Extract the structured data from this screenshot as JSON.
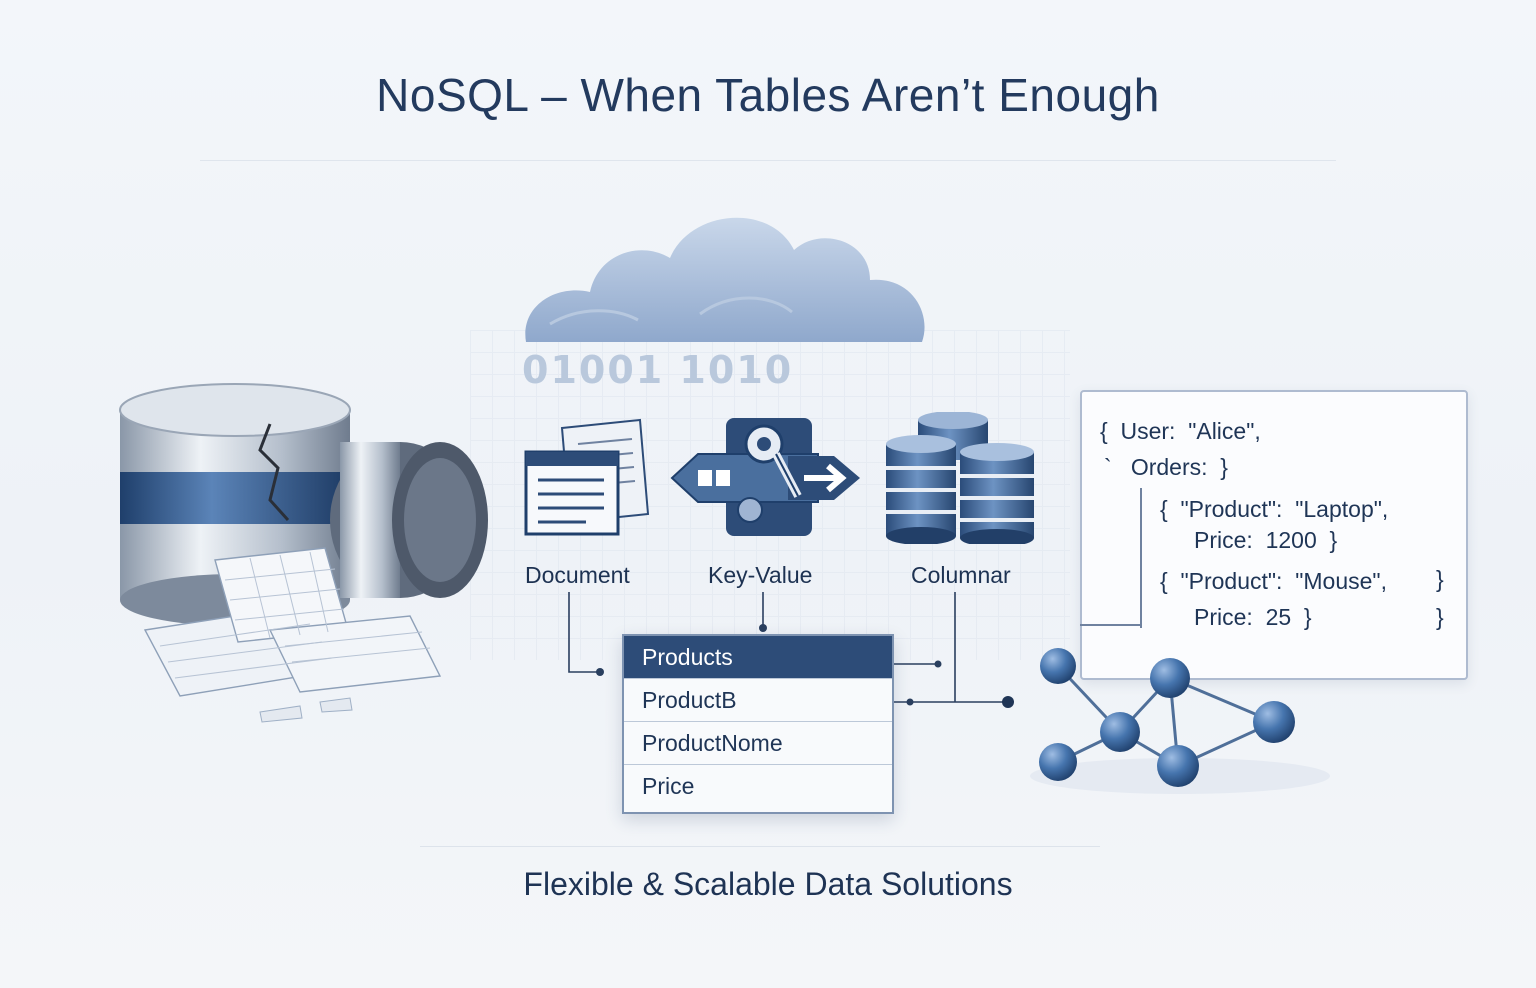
{
  "title": "NoSQL – When Tables Aren’t Enough",
  "subtitle": "Flexible & Scalable Data Solutions",
  "binary_text": "01001 1010",
  "db_types": {
    "document": "Document",
    "key_value": "Key-Value",
    "columnar": "Columnar"
  },
  "products_table": {
    "header": "Products",
    "rows": [
      "ProductB",
      "ProductNome",
      "Price"
    ]
  },
  "json_snippet": {
    "line1": "{  User:  \"Alice\",",
    "line2": "`   Orders:  }",
    "line3": "{  \"Product\":  \"Laptop\",",
    "line4": "Price:  1200  }",
    "line5": "{  \"Product\":  \"Mouse\",",
    "line5_brace": "}",
    "line6": "Price:  25  }",
    "line6_brace": "}"
  },
  "colors": {
    "navy": "#2d4c78",
    "steel": "#4a6f9e",
    "cloud": "#9fb4d2",
    "node": "#3f6ea7",
    "text": "#1f3556"
  }
}
